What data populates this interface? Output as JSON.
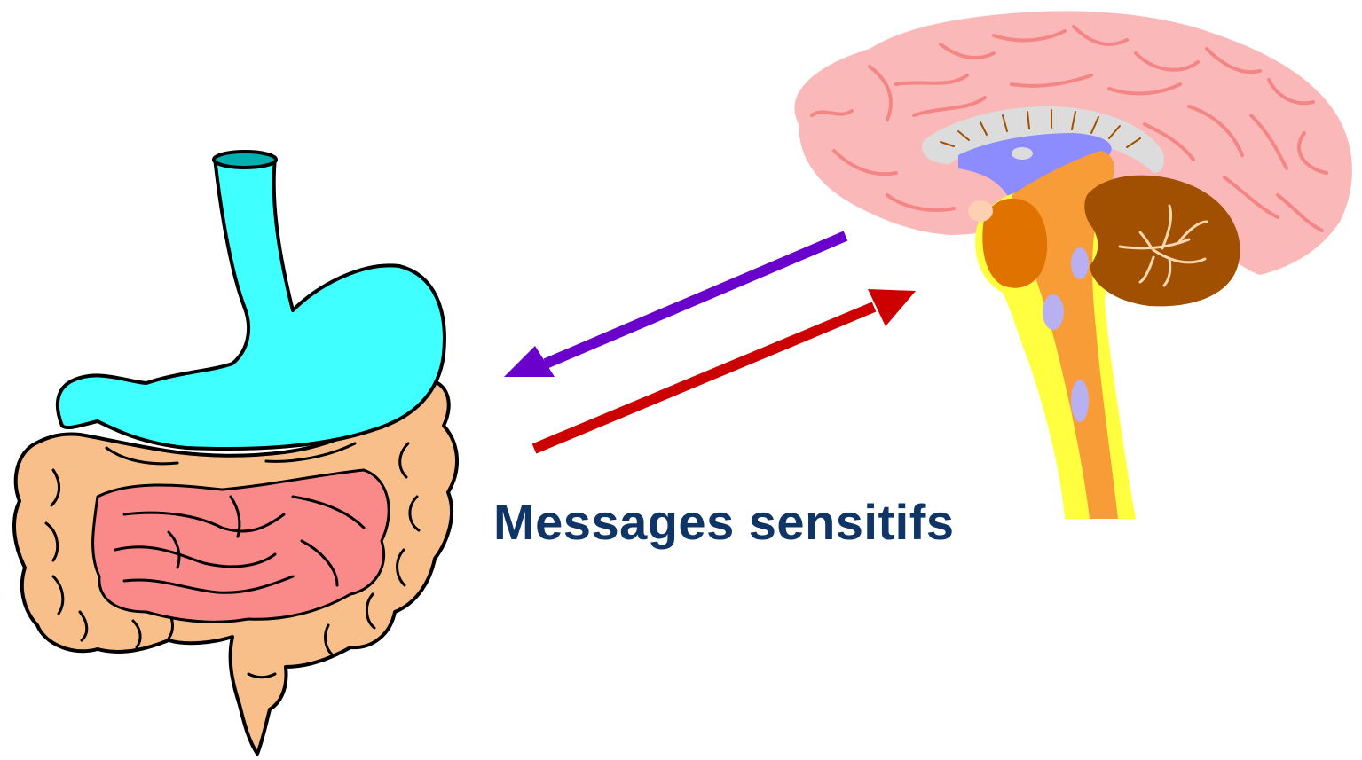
{
  "caption": "Messages sensitifs",
  "colors": {
    "esophagus_stomach": "#40ffff",
    "colon": "#f8bf8a",
    "small_intestine": "#fa8a8a",
    "brain_cortex": "#fbb8b8",
    "brain_folds": "#f48585",
    "ventricle": "#8c8cff",
    "corpus_callosum": "#dcdcdc",
    "thalamus": "#e07200",
    "brainstem": "#f89c38",
    "brainstem_outline": "#ffff40",
    "cerebellum": "#a05000",
    "arrow_efferent": "#6a00cc",
    "arrow_afferent": "#cc0000",
    "caption": "#0f3466"
  },
  "icons": [
    "digestive-system",
    "brain-sagittal-section",
    "arrow-brain-to-gut",
    "arrow-gut-to-brain"
  ]
}
